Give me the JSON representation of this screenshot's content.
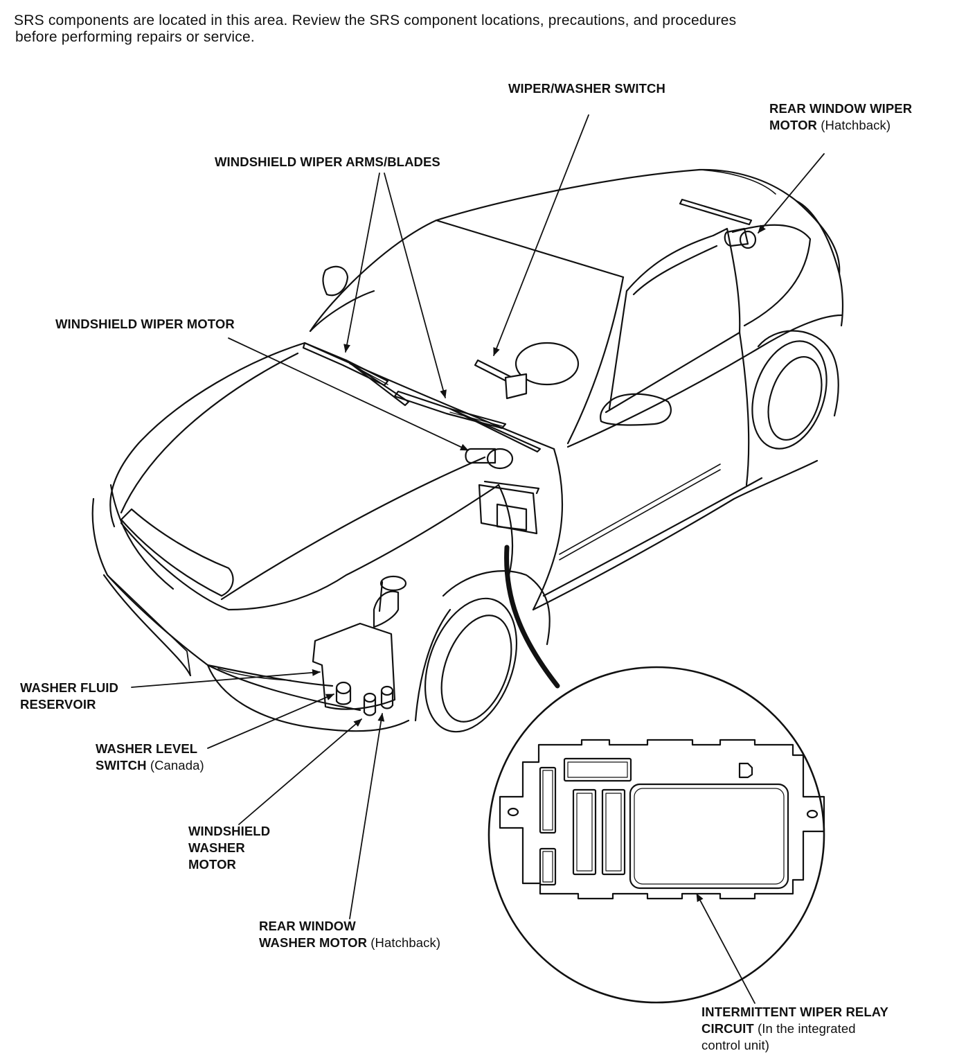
{
  "note": {
    "line1": "SRS components are located in this area. Review the SRS component locations, precautions, and procedures",
    "line2": "before performing repairs or service."
  },
  "labels": {
    "wiper_washer_switch": {
      "l1": "WIPER/WASHER SWITCH"
    },
    "rear_window_wiper_motor": {
      "l1": "REAR WINDOW WIPER",
      "l2a": "MOTOR ",
      "l2b": "(Hatchback)"
    },
    "windshield_wiper_arms": {
      "l1": "WINDSHIELD WIPER ARMS/BLADES"
    },
    "windshield_wiper_motor": {
      "l1": "WINDSHIELD WIPER MOTOR"
    },
    "washer_fluid_reservoir": {
      "l1": "WASHER FLUID",
      "l2": "RESERVOIR"
    },
    "washer_level_switch": {
      "l1": "WASHER LEVEL",
      "l2a": "SWITCH ",
      "l2b": "(Canada)"
    },
    "windshield_washer_motor": {
      "l1": "WINDSHIELD",
      "l2": "WASHER",
      "l3": "MOTOR"
    },
    "rear_window_washer_motor": {
      "l1": "REAR WINDOW",
      "l2a": "WASHER MOTOR ",
      "l2b": "(Hatchback)"
    },
    "intermittent_wiper_relay": {
      "l1": "INTERMITTENT WIPER RELAY",
      "l2a": "CIRCUIT ",
      "l2b": "(In the integrated",
      "l3": "control unit)"
    }
  }
}
